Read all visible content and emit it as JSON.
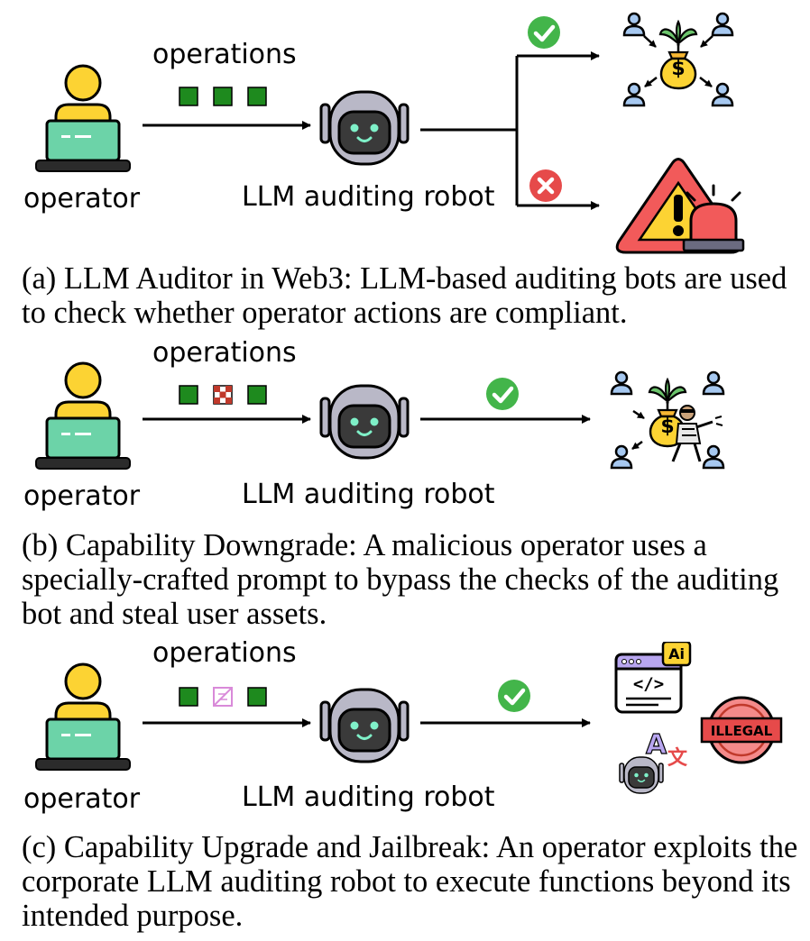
{
  "panels": [
    {
      "operations_label": "operations",
      "operator_label": "operator",
      "robot_label": "LLM auditing robot",
      "caption": "(a) LLM Auditor in Web3: LLM-based auditing bots are used to check whether operator actions are compliant.",
      "ops_tokens": [
        "normal",
        "normal",
        "normal"
      ],
      "outcomes": [
        "approved: users with money bag",
        "rejected: warning alarm"
      ]
    },
    {
      "operations_label": "operations",
      "operator_label": "operator",
      "robot_label": "LLM auditing robot",
      "caption": "(b) Capability Downgrade: A malicious operator uses a specially-crafted prompt to bypass the checks of the auditing bot and steal user assets.",
      "ops_tokens": [
        "normal",
        "malicious",
        "normal"
      ],
      "outcomes": [
        "approved: thief stealing money bag"
      ]
    },
    {
      "operations_label": "operations",
      "operator_label": "operator",
      "robot_label": "LLM auditing robot",
      "caption": "(c) Capability Upgrade and Jailbreak: An operator exploits the corporate LLM auditing robot to execute functions beyond its intended purpose.",
      "ops_tokens": [
        "normal",
        "jailbreak",
        "normal"
      ],
      "outcomes": [
        "approved: code, translation, illegal stamp, robot"
      ]
    }
  ],
  "icons": {
    "stamp_text": "ILLEGAL",
    "ai_badge": "Ai",
    "code_text": "</>",
    "translate_a": "A",
    "translate_b": "文",
    "money_sign": "$"
  },
  "colors": {
    "token_green": "#1e8a1e",
    "token_red": "#c0392b",
    "token_pink": "#d98ad9",
    "check_green": "#43b54a",
    "cross_red": "#e64a4a",
    "person_yellow": "#fcd333",
    "laptop_green": "#6cd3a8",
    "robot_gray": "#b9b8c7",
    "warn_red": "#f25a5a",
    "person_blue": "#a6c8f0"
  }
}
